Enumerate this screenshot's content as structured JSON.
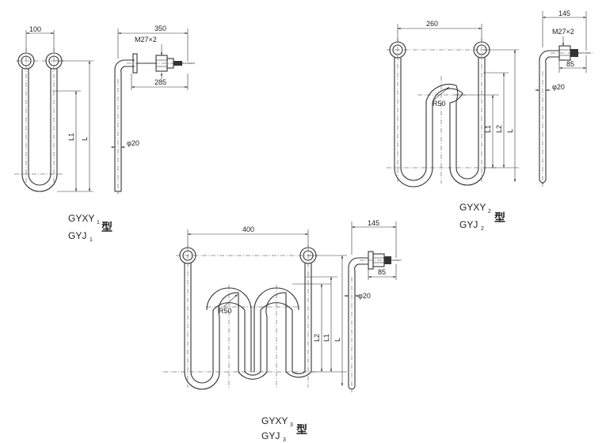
{
  "diagram1": {
    "dim_width": "100",
    "dim_total": "350",
    "dim_inner": "285",
    "thread": "M27×2",
    "dim_l1": "L1",
    "dim_l": "L",
    "dia": "φ20",
    "model_a": "GYXY",
    "model_a_sub": "1",
    "model_b": "GYJ",
    "model_b_sub": "1",
    "type_char": "型"
  },
  "diagram2": {
    "dim_width": "260",
    "dim_side": "145",
    "dim_inner": "85",
    "thread": "M27×2",
    "radius": "R50",
    "dim_l1": "L1",
    "dim_l2": "L2",
    "dim_l": "L",
    "dia": "φ20",
    "model_a": "GYXY",
    "model_a_sub": "2",
    "model_b": "GYJ",
    "model_b_sub": "2",
    "type_char": "型"
  },
  "diagram3": {
    "dim_width": "400",
    "dim_side": "145",
    "dim_inner": "85",
    "radius": "R50",
    "dim_l2": "L2",
    "dim_l1": "L1",
    "dim_l": "L",
    "dia": "φ20",
    "model_a": "GYXY",
    "model_a_sub": "3",
    "model_b": "GYJ",
    "model_b_sub": "3",
    "type_char": "型"
  }
}
